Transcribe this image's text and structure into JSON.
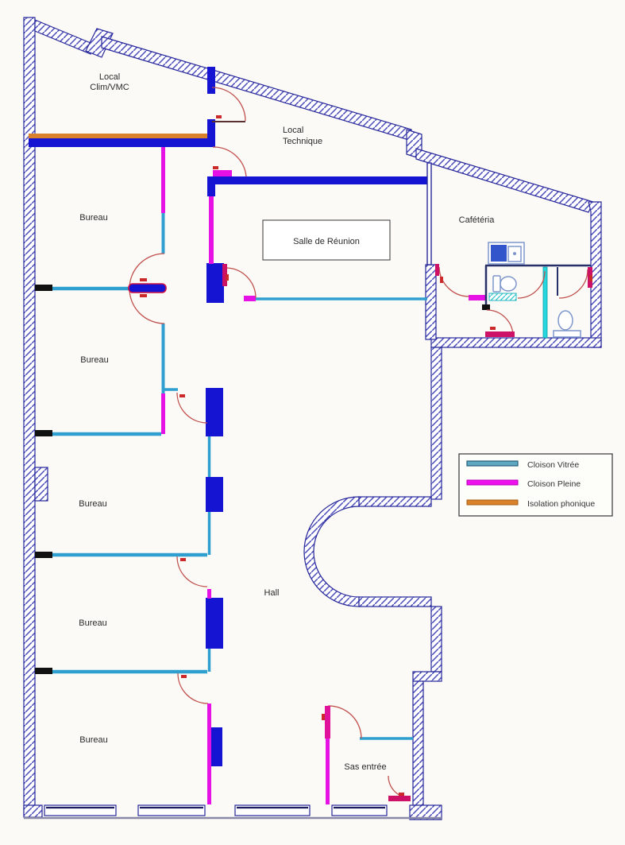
{
  "plan": {
    "rooms": {
      "local_clim": {
        "line1": "Local",
        "line2": "Clim/VMC"
      },
      "local_technique": {
        "line1": "Local",
        "line2": "Technique"
      },
      "salle_reunion": {
        "label": "Salle de Réunion"
      },
      "cafeteria": {
        "label": "Cafétéria"
      },
      "bureaux": [
        "Bureau",
        "Bureau",
        "Bureau",
        "Bureau",
        "Bureau"
      ],
      "hall": {
        "label": "Hall"
      },
      "sas_entree": {
        "label": "Sas entrée"
      }
    },
    "legend": {
      "items": [
        {
          "label": "Cloison Vitrée",
          "color": "#3a9fc0"
        },
        {
          "label": "Cloison Pleine",
          "color": "#ee11ee"
        },
        {
          "label": "Isolation phonique",
          "color": "#d9822b"
        }
      ]
    },
    "colors": {
      "exterior_wall_hatch": "#4a4ab8",
      "interior_wall": "#1414d2",
      "cloison_vitree": "#2f9fd0",
      "cloison_pleine": "#e511e5",
      "isolation_phonique": "#d9822b",
      "door_arc": "#c0504d",
      "door_jamb": "#cc1166",
      "wc_partition_cyan": "#25d6dc",
      "fixture_outline": "#7d96cc"
    }
  }
}
